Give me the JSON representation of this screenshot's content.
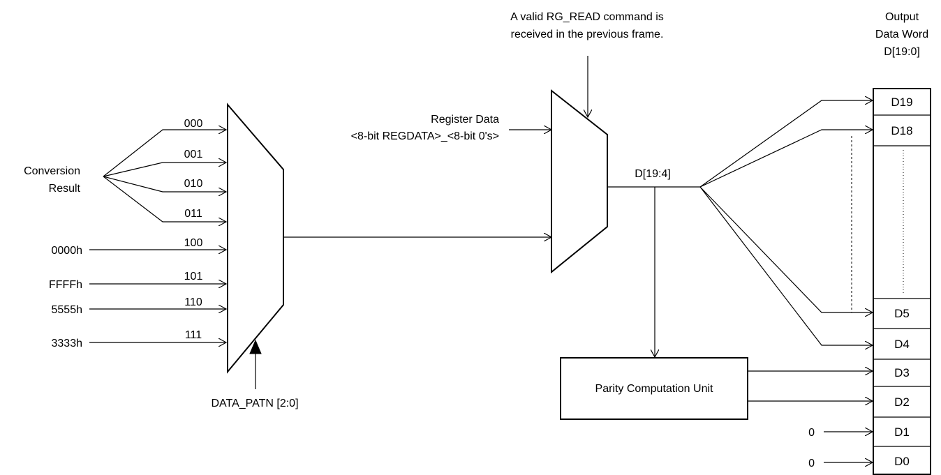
{
  "inputs": {
    "conversion_result": [
      "Conversion",
      "Result"
    ],
    "fixed": [
      "0000h",
      "FFFFh",
      "5555h",
      "3333h"
    ]
  },
  "mux1": {
    "codes": [
      "000",
      "001",
      "010",
      "011",
      "100",
      "101",
      "110",
      "111"
    ],
    "select_label": "DATA_PATN [2:0]"
  },
  "mux2": {
    "register_data": [
      "Register Data",
      "<8-bit REGDATA>_<8-bit 0's>"
    ],
    "select_note": [
      "A valid RG_READ command is",
      "received in the previous frame."
    ],
    "output_bus": "D[19:4]"
  },
  "parity_unit": "Parity Computation Unit",
  "output_word": {
    "heading": [
      "Output",
      "Data Word",
      "D[19:0]"
    ],
    "bits": [
      "D19",
      "D18",
      "D5",
      "D4",
      "D3",
      "D2",
      "D1",
      "D0"
    ],
    "constant_inputs": [
      "0",
      "0"
    ]
  }
}
